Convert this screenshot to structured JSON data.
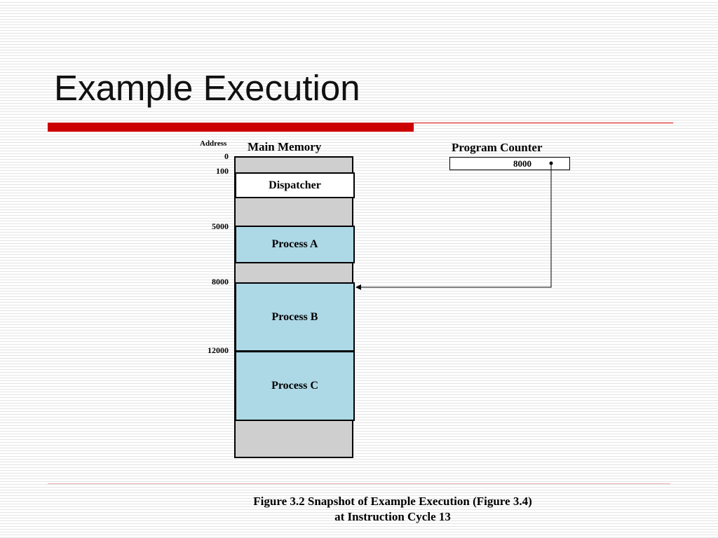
{
  "title": "Example Execution",
  "diagram": {
    "address_header": "Address",
    "memory_header": "Main Memory",
    "addresses": [
      "0",
      "100",
      "5000",
      "8000",
      "12000"
    ],
    "regions": [
      "Dispatcher",
      "Process A",
      "Process B",
      "Process C"
    ],
    "program_counter": {
      "label": "Program Counter",
      "value": "8000"
    }
  },
  "caption": {
    "line1": "Figure 3.2  Snapshot of Example Execution (Figure 3.4)",
    "line2": "at Instruction Cycle 13"
  },
  "colors": {
    "accent": "#cc0000",
    "process_fill": "#add8e6",
    "memory_fill": "#cfcfcf"
  }
}
